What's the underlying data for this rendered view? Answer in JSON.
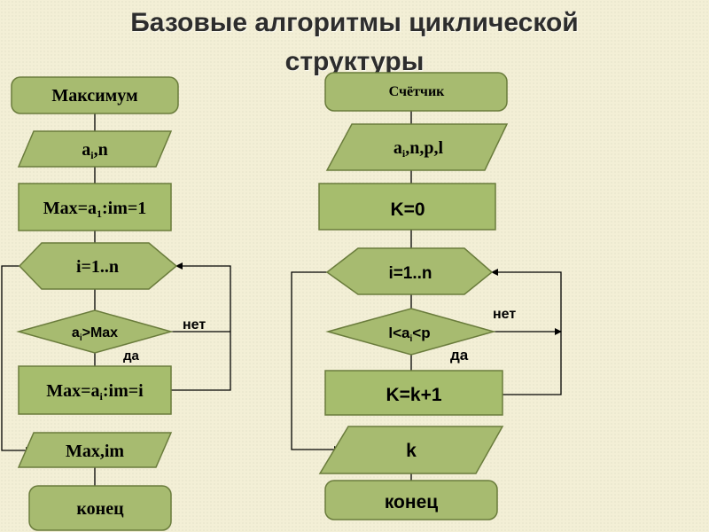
{
  "title_line1": "Базовые алгоритмы циклической",
  "title_line2": "структуры",
  "left": {
    "start": "Максимум",
    "input_a": "a",
    "input_sub": "i",
    "input_rest": ",n",
    "init_a": "Max=a",
    "init_sub": "1",
    "init_rest": ":im=1",
    "loop": "i=1..n",
    "cond_a": "a",
    "cond_sub": "i",
    "cond_rest": ">Max",
    "no": "нет",
    "yes": "да",
    "assign_a": "Max=a",
    "assign_sub": "i",
    "assign_rest": ":im=i",
    "output": "Max,im",
    "end": "конец"
  },
  "right": {
    "start": "Счётчик",
    "input_a": "a",
    "input_sub": "i",
    "input_rest": ",n,p,l",
    "init": "K=0",
    "loop": "i=1..n",
    "cond_a": "l<a",
    "cond_sub": "i",
    "cond_rest": "<p",
    "no": "нет",
    "yes": "да",
    "increment": "K=k+1",
    "output": "k",
    "end": "конец"
  }
}
